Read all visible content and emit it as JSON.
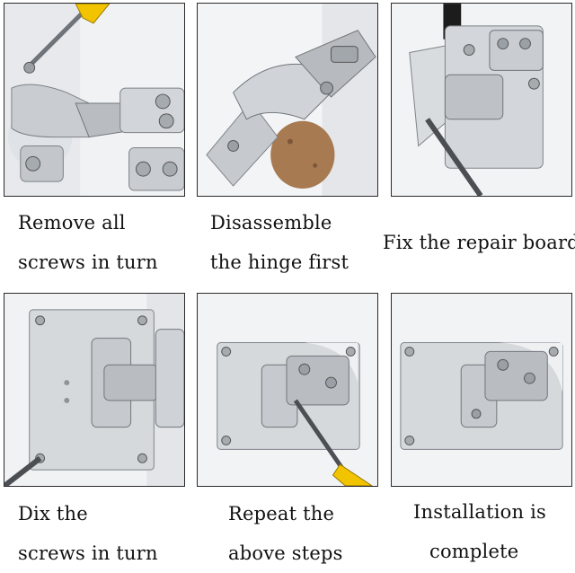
{
  "steps": [
    {
      "line1": "Remove all",
      "line2": "screws in turn"
    },
    {
      "line1": "Disassemble",
      "line2": "the hinge first"
    },
    {
      "line1": "Fix the repair board",
      "line2": ""
    },
    {
      "line1": "Dix the",
      "line2": "screws in turn"
    },
    {
      "line1": "Repeat the",
      "line2": "above steps"
    },
    {
      "line1": "Installation is",
      "line2": "complete"
    }
  ],
  "colors": {
    "steel": "#c9ccd0",
    "steel_dark": "#8e9398",
    "wall": "#eef0f2",
    "wood": "#a77a52",
    "handle": "#f2c400",
    "outline": "#2a2a2a"
  }
}
